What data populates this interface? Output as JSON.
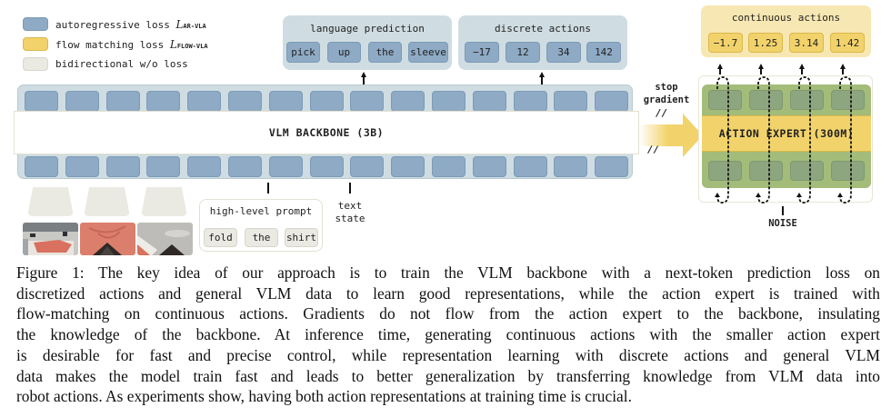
{
  "legend": [
    {
      "label": "autoregressive loss ",
      "symbol": "L",
      "subscript": "AR-VLA",
      "color": "#8eaac4"
    },
    {
      "label": "flow matching loss ",
      "symbol": "L",
      "subscript": "FLOW-VLA",
      "color": "#f2d36b"
    },
    {
      "label": "bidirectional w/o loss",
      "symbol": "",
      "subscript": "",
      "color": "#ebeae2"
    }
  ],
  "language_prediction": {
    "title": "language prediction",
    "tokens": [
      "pick",
      "up",
      "the",
      "sleeve"
    ]
  },
  "discrete_actions": {
    "title": "discrete actions",
    "tokens": [
      "−17",
      "12",
      "34",
      "142"
    ]
  },
  "backbone": {
    "label": "VLM BACKBONE (3B)",
    "token_count_per_row": 15
  },
  "stop_gradient": {
    "line1": "stop",
    "line2": "gradient",
    "mark": "//"
  },
  "continuous_actions": {
    "title": "continuous actions",
    "tokens": [
      "−1.7",
      "1.25",
      "3.14",
      "1.42"
    ]
  },
  "action_expert": {
    "label": "ACTION EXPERT (300M)",
    "noise_label": "NOISE"
  },
  "inputs": {
    "high_level_prompt": {
      "title": "high-level prompt",
      "tokens": [
        "fold",
        "the",
        "shirt"
      ]
    },
    "text_state": {
      "line1": "text",
      "line2": "state"
    },
    "camera_images": [
      "camera-view-1",
      "camera-view-2",
      "camera-view-3"
    ]
  },
  "colors": {
    "autoregressive": "#8eaac4",
    "flow_matching": "#f2d36b",
    "bidirectional": "#ebeae2",
    "backbone_bg": "#cfdde2",
    "action_expert_green": "#a3bc79"
  },
  "caption": {
    "lines": [
      "Figure 1: The key idea of our approach is to train the VLM backbone with a next-token prediction loss on",
      "discretized actions and general VLM data to learn good representations, while the action expert is trained with",
      "flow-matching on continuous actions. Gradients do not flow from the action expert to the backbone, insulating",
      "the knowledge of the backbone. At inference time, generating continuous actions with the smaller action expert",
      "is desirable for fast and precise control, while representation learning with discrete actions and general VLM",
      "data makes the model train fast and leads to better generalization by transferring knowledge from VLM data into",
      "robot actions. As experiments show, having both action representations at training time is crucial."
    ]
  }
}
